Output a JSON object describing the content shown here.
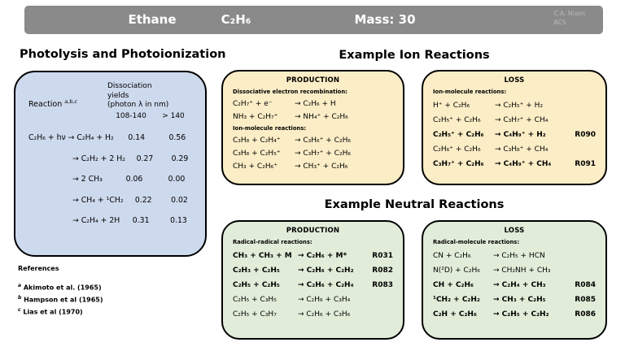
{
  "colors": {
    "titlebar_gray": "#8a8a8a",
    "credit_gray": "#b9b9b9",
    "photolysis_blue": "#cdd9ed",
    "ion_yellow": "#fbedc6",
    "neutral_green": "#e1edd9",
    "border_black": "#000000"
  },
  "header": {
    "title": "Ethane",
    "formula": "C₂H₆",
    "mass": "Mass: 30",
    "credit_line1": "C.A. Nixon",
    "credit_line2": "ACS"
  },
  "photolysis": {
    "heading": "Photolysis and Photoionization",
    "table": {
      "reaction_header": "Reaction ",
      "reaction_header_sup": "a,b,c",
      "yields_line1": "Dissociation",
      "yields_line2": "yields",
      "yields_line3": "(photon λ in nm)",
      "col1": "108-140",
      "col2": "> 140",
      "rows": [
        {
          "reaction": "C₂H₆ + hν → C₂H₄ + H₂",
          "y1": "0.14",
          "y2": "0.56"
        },
        {
          "reaction": "→ C₂H₂ + 2 H₂",
          "y1": "0.27",
          "y2": "0.29"
        },
        {
          "reaction": "→ 2 CH₃",
          "y1": "0.06",
          "y2": "0.00"
        },
        {
          "reaction": "→ CH₄ + ¹CH₂",
          "y1": "0.22",
          "y2": "0.02"
        },
        {
          "reaction": "→ C₂H₄ + 2H",
          "y1": "0.31",
          "y2": "0.13"
        }
      ]
    },
    "references": {
      "heading": "References",
      "items": [
        {
          "sup": "a",
          "text": " Akimoto et al.  (1965)"
        },
        {
          "sup": "b",
          "text": " Hampson et al (1965)"
        },
        {
          "sup": "c",
          "text": " Lias et al (1970)"
        }
      ]
    }
  },
  "ion": {
    "heading": "Example Ion Reactions",
    "production": {
      "title": "PRODUCTION",
      "group1_label": "Dissociative electron recombination:",
      "group1": [
        {
          "l": "C₂H₇⁺ + e⁻",
          "r": "→ C₂H₆ + H"
        },
        {
          "l": "NH₃ + C₂H₇⁺",
          "r": "→ NH₄⁺ + C₂H₆"
        }
      ],
      "group2_label": "Ion-molecule reactions:",
      "group2": [
        {
          "l": "C₃H₈ + C₂H₄⁺",
          "r": "→ C₃H₆⁺ + C₂H₆"
        },
        {
          "l": "C₃H₈ + C₂H₅⁺",
          "r": "→ C₃H₇⁺ + C₂H₆"
        },
        {
          "l": "CH₃ + C₂H₆⁺",
          "r": "→ CH₃⁺ + C₂H₆"
        }
      ]
    },
    "loss": {
      "title": "LOSS",
      "group_label": "Ion-molecule reactions:",
      "rows": [
        {
          "l": "H⁺      + C₂H₆",
          "r": "→ C₂H₅⁺ + H₂",
          "tag": ""
        },
        {
          "l": "C₂H₅⁺ + C₂H₆",
          "r": "→ C₃H₇⁺ + CH₄",
          "tag": ""
        },
        {
          "l": "C₂H₅⁺ + C₂H₆",
          "r": "→ C₄H₉⁺ + H₂",
          "tag": "R090"
        },
        {
          "l": "C₂H₆⁺ + C₂H₆",
          "r": "→ C₃H₈⁺ + CH₄",
          "tag": ""
        },
        {
          "l": "C₃H₇⁺ + C₂H₆",
          "r": "→ C₄H₉⁺ + CH₄",
          "tag": "R091"
        }
      ]
    }
  },
  "neutral": {
    "heading": "Example Neutral Reactions",
    "production": {
      "title": "PRODUCTION",
      "group_label": "Radical-radical reactions:",
      "rows": [
        {
          "l": "CH₃ + CH₃  + M",
          "r": "→ C₂H₆ + M*",
          "tag": "R031"
        },
        {
          "l": "C₂H₃ + C₂H₅",
          "r": "→ C₂H₆ + C₂H₂",
          "tag": "R082"
        },
        {
          "l": "C₂H₅ + C₂H₅",
          "r": "→ C₂H₆ + C₂H₄",
          "tag": "R083"
        },
        {
          "l": "C₂H₅ + C₃H₅",
          "r": "→ C₂H₆ + C₃H₄",
          "tag": ""
        },
        {
          "l": "C₂H₅ + C₃H₇",
          "r": "→ C₂H₆ + C₃H₆",
          "tag": ""
        }
      ]
    },
    "loss": {
      "title": "LOSS",
      "group_label": "Radical-molecule reactions:",
      "rows": [
        {
          "l": "CN + C₂H₆",
          "r": "→ C₂H₅ + HCN",
          "tag": ""
        },
        {
          "l": "N(²D) + C₂H₆",
          "r": "→ CH₂NH + CH₃",
          "tag": ""
        },
        {
          "l": "CH + C₂H₆",
          "r": "→ C₂H₄ + CH₃",
          "tag": "R084"
        },
        {
          "l": "¹CH₂ + C₂H₂",
          "r": "→ CH₃ + C₂H₅",
          "tag": "R085"
        },
        {
          "l": "C₂H + C₂H₆",
          "r": "→ C₂H₅ + C₂H₂",
          "tag": "R086"
        }
      ]
    }
  }
}
